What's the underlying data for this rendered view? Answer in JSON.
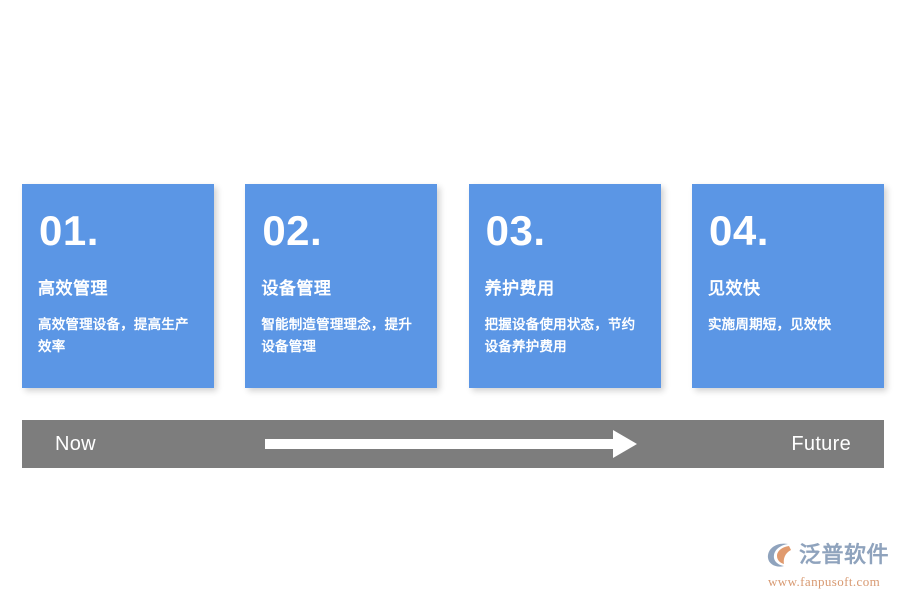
{
  "cards": [
    {
      "number": "01.",
      "title": "高效管理",
      "desc": "高效管理设备，提高生产效率"
    },
    {
      "number": "02.",
      "title": "设备管理",
      "desc": "智能制造管理理念，提升设备管理"
    },
    {
      "number": "03.",
      "title": "养护费用",
      "desc": "把握设备使用状态，节约设备养护费用"
    },
    {
      "number": "04.",
      "title": "见效快",
      "desc": "实施周期短，见效快"
    }
  ],
  "timeline": {
    "start_label": "Now",
    "end_label": "Future",
    "arrow_icon": "right-arrow-icon"
  },
  "logo": {
    "mark_icon": "fanpu-swoosh-logo-icon",
    "name": "泛普软件",
    "url": "www.fanpusoft.com"
  },
  "colors": {
    "card_blue": "#5b96e5",
    "timeline_grey": "#7d7d7d",
    "logo_name": "#8fa3bd",
    "logo_url": "#d89a72",
    "background": "#ffffff"
  }
}
